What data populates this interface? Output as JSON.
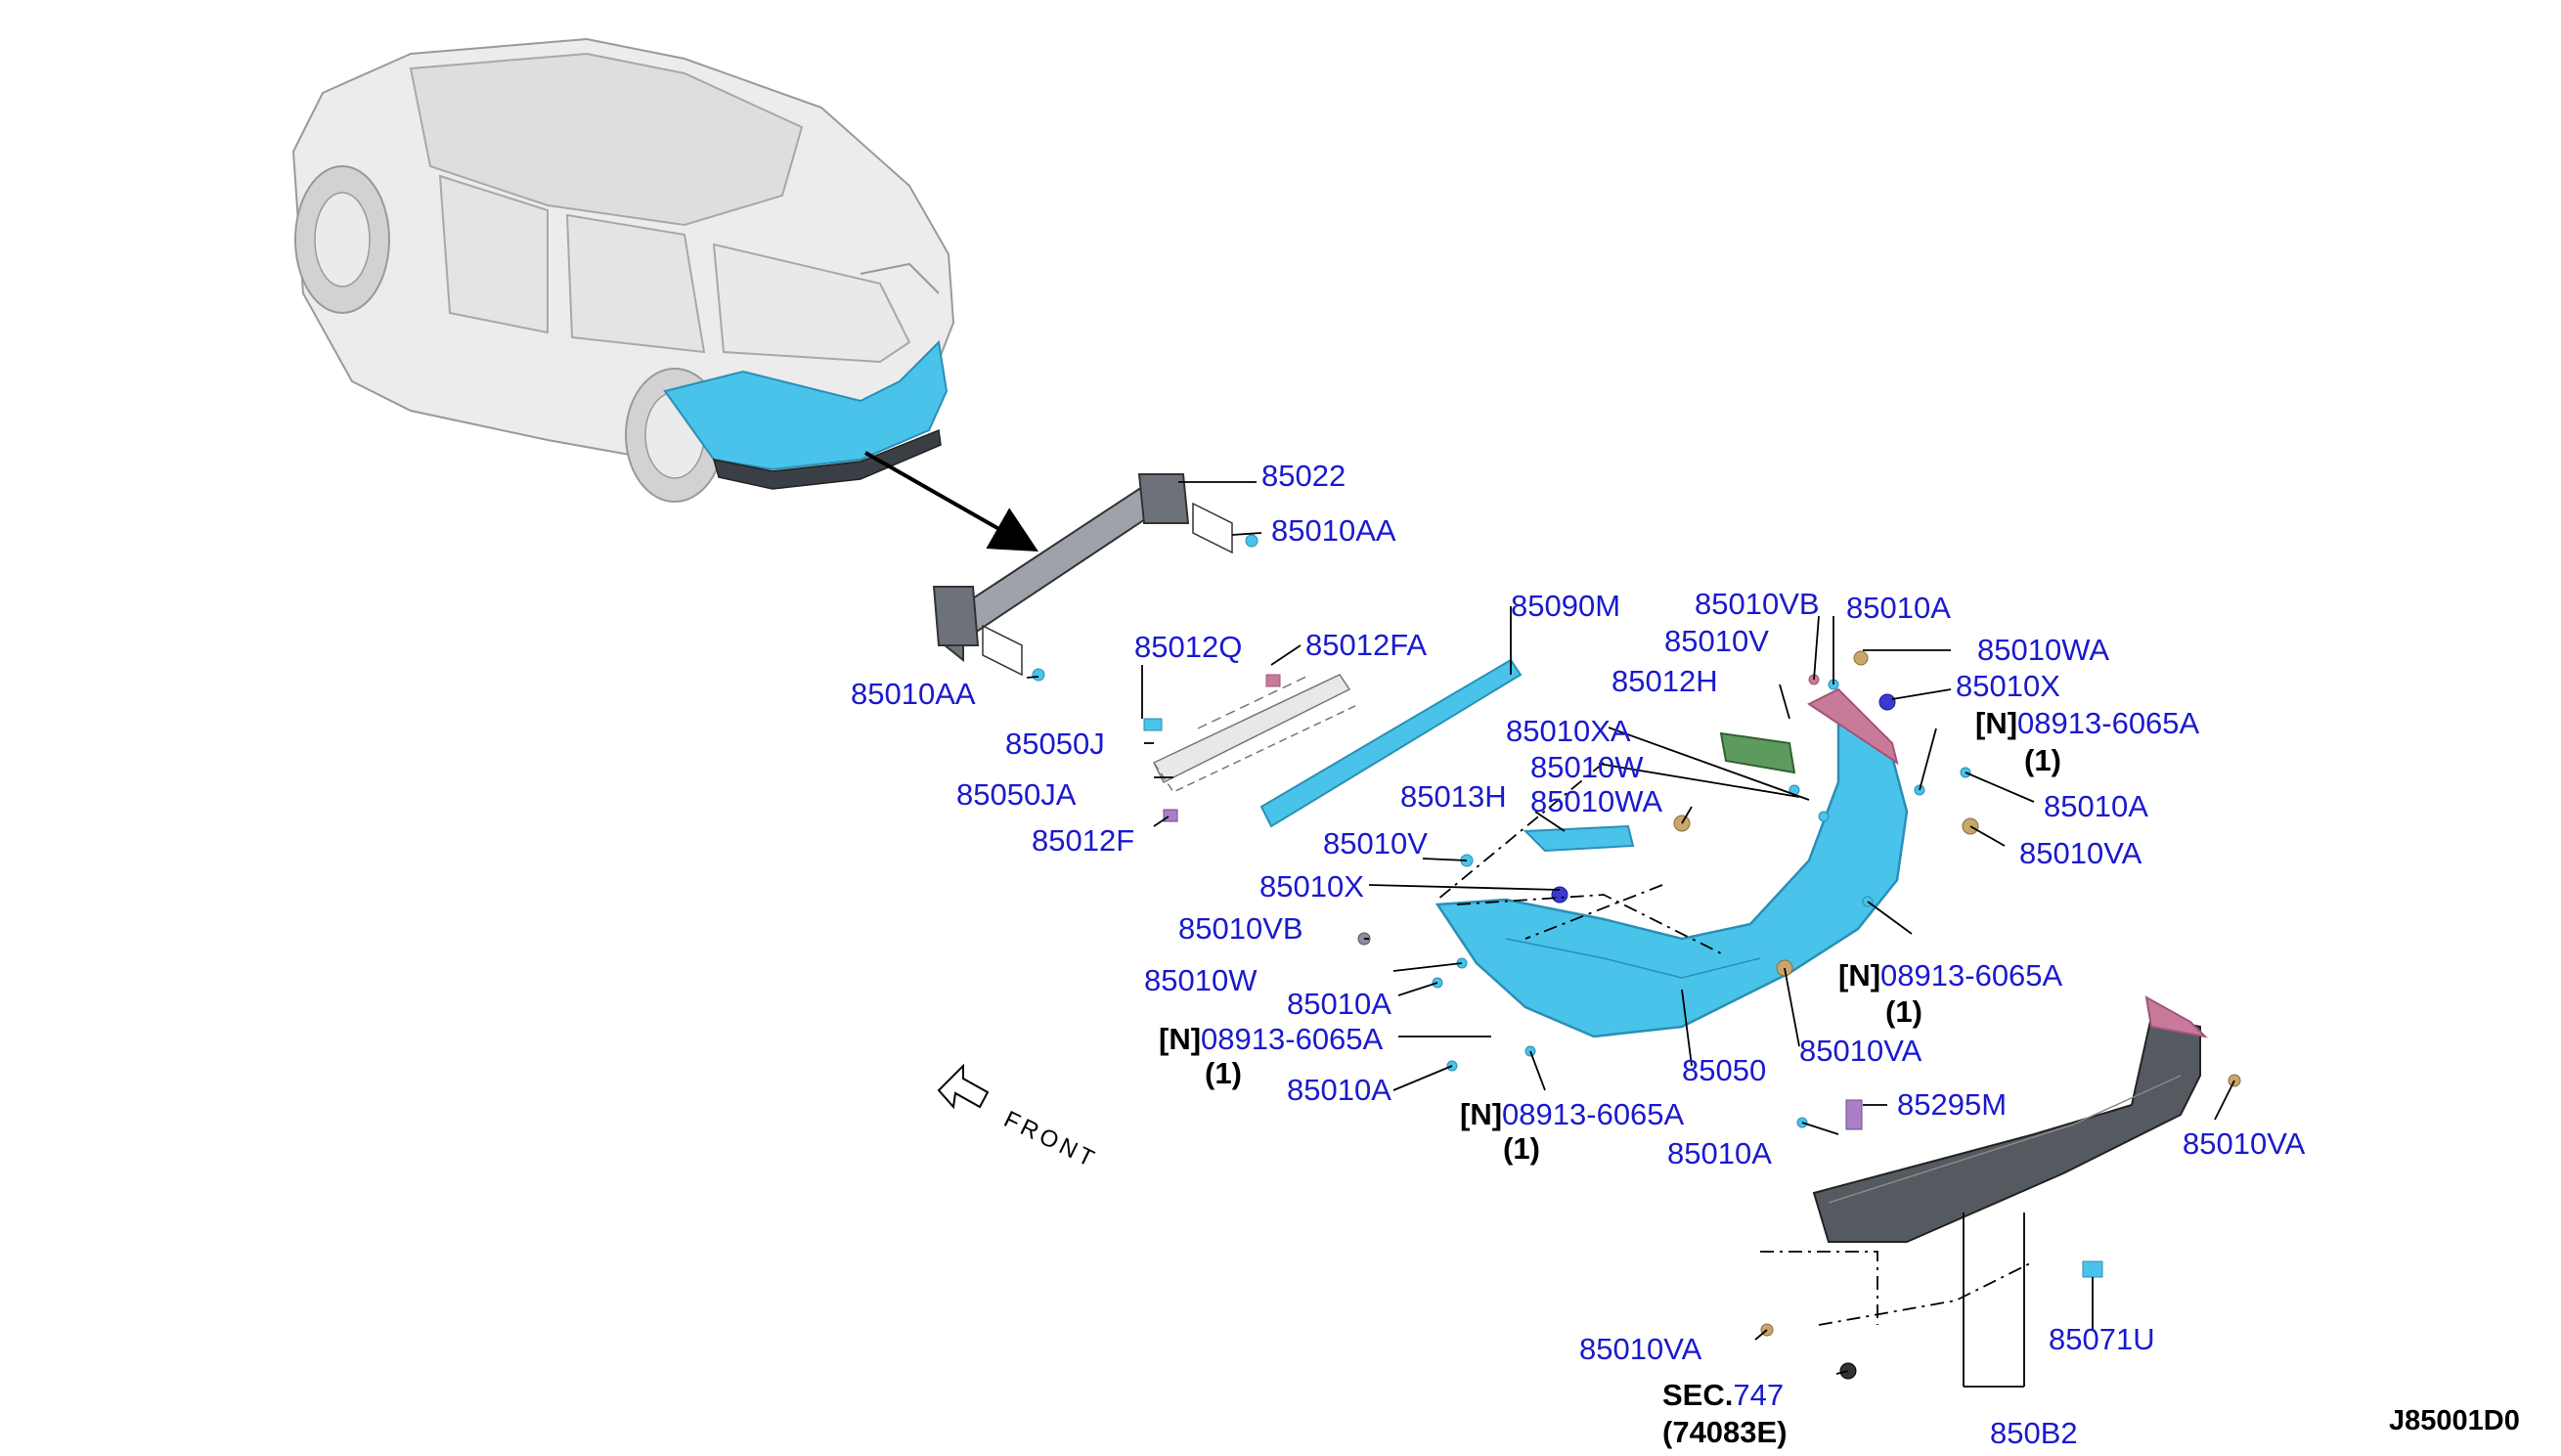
{
  "diagram_id": "J85001D0",
  "front_label": "FRONT",
  "colors": {
    "label": "#1a1acd",
    "part_blue": "#49c3ea",
    "part_red": "#c97a9a",
    "part_dark": "#555a60",
    "part_green": "#5d9a5d"
  },
  "labels": {
    "p85022": "85022",
    "p85010AA_1": "85010AA",
    "p85010AA_2": "85010AA",
    "p85012Q": "85012Q",
    "p85012FA": "85012FA",
    "p85050J": "85050J",
    "p85050JA": "85050JA",
    "p85012F": "85012F",
    "p85090M": "85090M",
    "p85013H": "85013H",
    "p85010V_1": "85010V",
    "p85010X_1": "85010X",
    "p85010VB_1": "85010VB",
    "p85010W_1": "85010W",
    "p85010A_1": "85010A",
    "p85010A_2": "85010A",
    "p85050": "85050",
    "p85010VA_1": "85010VA",
    "p85010VB_2": "85010VB",
    "p85010A_3": "85010A",
    "p85010V_2": "85010V",
    "p85012H": "85012H",
    "p85010WA_1": "85010WA",
    "p85010X_2": "85010X",
    "p85010XA": "85010XA",
    "p85010W_2": "85010W",
    "p85010WA_2": "85010WA",
    "p85010A_4": "85010A",
    "p85010VA_2": "85010VA",
    "p85295M": "85295M",
    "p85010A_5": "85010A",
    "p85010VA_3": "85010VA",
    "p85010VA_4": "85010VA",
    "p85071U": "85071U",
    "p850B2": "850B2",
    "sec_ref": "747",
    "sec_prefix": "SEC.",
    "sec_sub": "(74083E)"
  },
  "notes": {
    "n_prefix": "[N]",
    "part": "08913-6065A",
    "qty": "(1)"
  }
}
